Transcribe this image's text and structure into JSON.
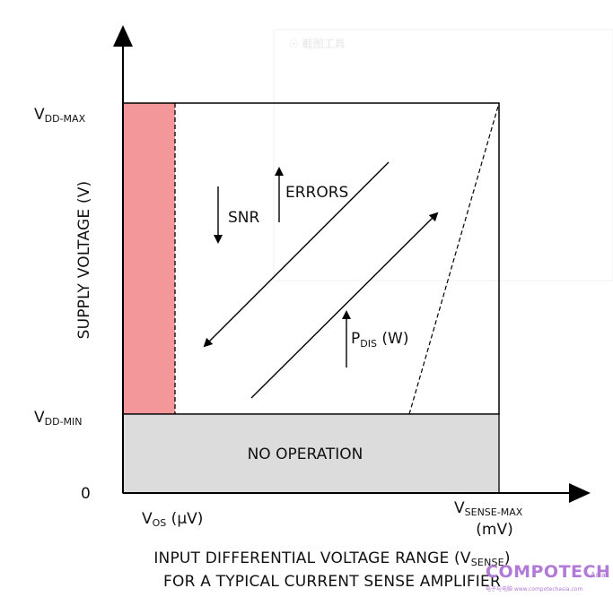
{
  "diagram": {
    "y_axis_title": "SUPPLY VOLTAGE (V)",
    "x_axis_title_line1_main": "INPUT DIFFERENTIAL VOLTAGE RANGE (V",
    "x_axis_title_line1_sub": "SENSE",
    "x_axis_title_line1_end": ")",
    "x_axis_title_line2": "FOR A TYPICAL CURRENT SENSE AMPLIFIER",
    "vdd_max": {
      "main": "V",
      "sub": "DD-MAX"
    },
    "vdd_min": {
      "main": "V",
      "sub": "DD-MIN"
    },
    "origin": "0",
    "vos": {
      "main": "V",
      "sub": "OS",
      "unit": " (µV)"
    },
    "vsense_max": {
      "main": "V",
      "sub": "SENSE-MAX",
      "unit": "(mV)"
    },
    "no_operation": "NO OPERATION",
    "snr": "SNR",
    "errors": "ERRORS",
    "pdis": {
      "main": "P",
      "sub": "DIS",
      "unit": " (W)"
    }
  },
  "colors": {
    "vos_band": "#f4979b",
    "no_operation_fill": "#dcdcdc",
    "axis": "#000000"
  },
  "watermark": {
    "brand": "COMPOTECH",
    "region": "Asia",
    "tagline": "电子与电脑 www.compotechasia.com"
  }
}
